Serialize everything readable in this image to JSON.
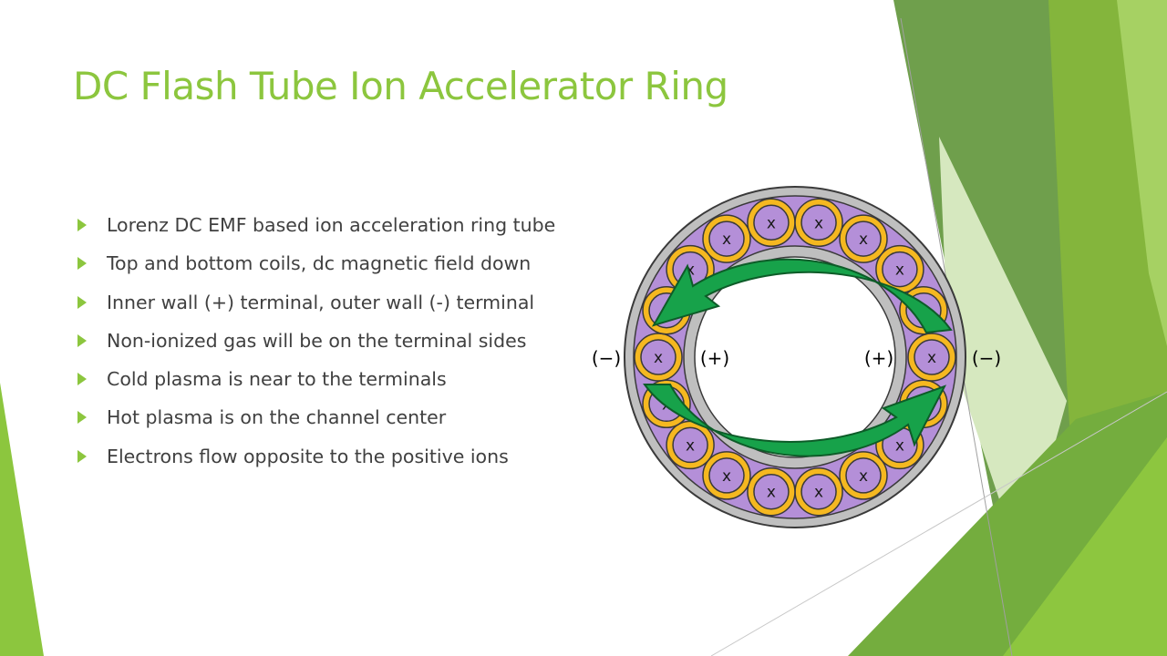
{
  "slide": {
    "title": "DC Flash Tube Ion Accelerator Ring",
    "bullets": [
      "Lorenz DC EMF based ion acceleration ring tube",
      "Top and bottom coils, dc magnetic field down",
      "Inner wall (+) terminal, outer wall (-) terminal",
      "Non-ionized gas will be on the terminal sides",
      "Cold plasma is near to the terminals",
      "Hot plasma is on the channel center",
      "Electrons flow opposite to the positive ions"
    ]
  },
  "diagram": {
    "left_outer_terminal": "(−)",
    "left_inner_terminal": "(+)",
    "right_inner_terminal": "(+)",
    "right_outer_terminal": "(−)",
    "coil_symbol": "x",
    "colors": {
      "accent_green": "#8cc63e",
      "ring_gray": "#bfbfbf",
      "plasma_purple": "#b48fd8",
      "coil_gold": "#f5b820",
      "arrow_green": "#17a24a"
    }
  }
}
